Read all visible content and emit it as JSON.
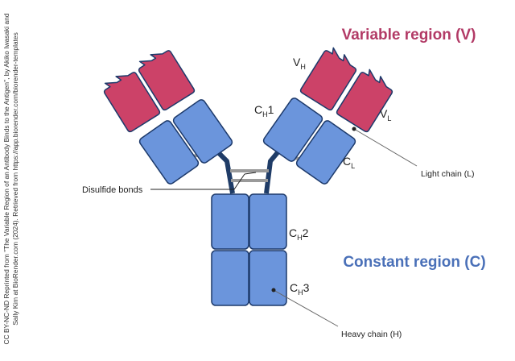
{
  "titles": {
    "variable_region": "Variable region (V)",
    "constant_region": "Constant region (C)"
  },
  "domain_labels": {
    "vh": {
      "main": "V",
      "sub": "H"
    },
    "vl": {
      "main": "V",
      "sub": "L"
    },
    "ch1": {
      "main": "C",
      "sub": "H",
      "suffix": "1"
    },
    "cl": {
      "main": "C",
      "sub": "L"
    },
    "ch2": {
      "main": "C",
      "sub": "H",
      "suffix": "2"
    },
    "ch3": {
      "main": "C",
      "sub": "H",
      "suffix": "3"
    }
  },
  "callouts": {
    "disulfide": "Disulfide bonds",
    "light_chain": "Light chain (L)",
    "heavy_chain": "Heavy chain (H)"
  },
  "credit": {
    "line1": "CC BY-NC-ND Reprinted from \"The Variable Region of an Antibody Binds to the Antigen\", by Akiko Iwasaki and",
    "line2": "Sally Kim at BioRender.com (2024). Retrieved from https://app.biorender.com/biorender-templates"
  },
  "colors": {
    "variable": "#cc4268",
    "constant": "#6b95dc",
    "outline": "#1d3a6b",
    "hinge": "#1f3c67",
    "linker": "#9a9a9a",
    "variable_text": "#b23a66",
    "constant_text": "#4a70b8"
  }
}
